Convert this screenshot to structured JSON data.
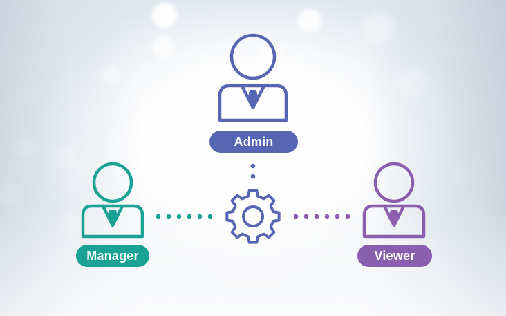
{
  "roles": {
    "admin": {
      "label": "Admin",
      "color": "#5666b2"
    },
    "manager": {
      "label": "Manager",
      "color": "#1aa394"
    },
    "viewer": {
      "label": "Viewer",
      "color": "#8a5fae"
    }
  },
  "center": {
    "icon": "gear-icon",
    "color": "#5666b2"
  },
  "connectors": {
    "admin_color": "#5666b2",
    "manager_color": "#1aa394",
    "viewer_color": "#8a5fae"
  }
}
